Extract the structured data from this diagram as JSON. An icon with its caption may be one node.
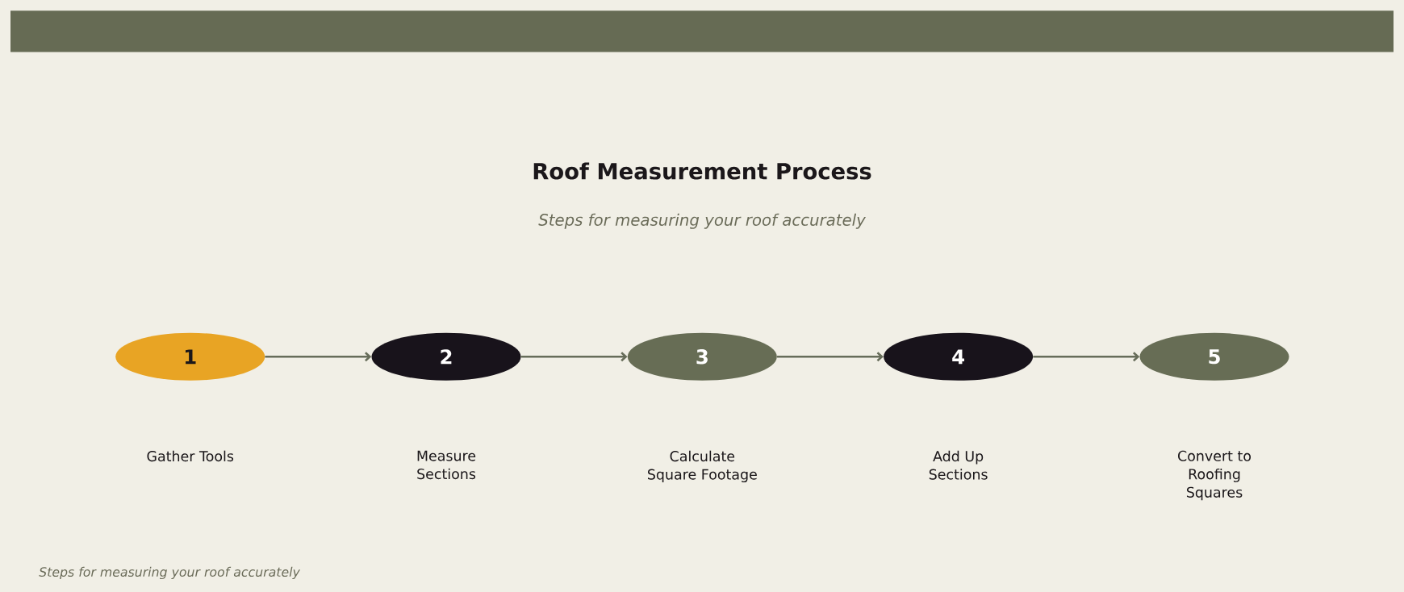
{
  "diagram": {
    "title": "Roof Measurement Process",
    "caption": "Steps for measuring your roof accurately",
    "labels": [
      "Steps for measuring your roof accurately",
      "Gather Tools",
      "Measure Sections",
      "Calculate Square Footage",
      "Add Up Sections",
      "Convert to Roofing Squares"
    ],
    "nodes": [
      {
        "text": [
          "1"
        ]
      },
      {
        "text": [
          "2"
        ]
      },
      {
        "text": [
          "3"
        ]
      },
      {
        "text": [
          "4"
        ]
      },
      {
        "text": [
          "5"
        ]
      }
    ],
    "edges": [
      {
        "from": 0,
        "to": 1,
        "arrow": "to"
      },
      {
        "from": 1,
        "to": 2,
        "arrow": "to"
      },
      {
        "from": 2,
        "to": 3,
        "arrow": "to"
      },
      {
        "from": 3,
        "to": 4,
        "arrow": "to"
      }
    ]
  }
}
